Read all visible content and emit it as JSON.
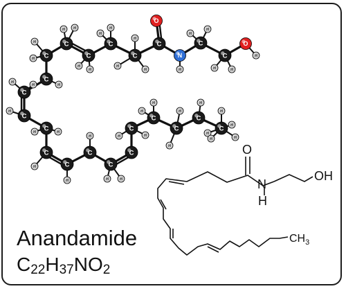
{
  "molecule": {
    "name": "Anandamide",
    "formula": {
      "c": "22",
      "h": "37",
      "n": "",
      "o": "2",
      "display": "C22H37NO2"
    }
  },
  "skeletal": {
    "o_label": "O",
    "nh_n": "N",
    "nh_h": "H",
    "oh_label": "OH",
    "ch3_label": "CH",
    "ch3_sub": "3"
  },
  "atom_labels": {
    "carbon": "C",
    "hydrogen": "H",
    "nitrogen": "N",
    "oxygen": "O"
  },
  "stock_id": "259368685",
  "colors": {
    "carbon": "#1a1a1a",
    "hydrogen": "#cfcfcf",
    "nitrogen": "#2f6fd6",
    "oxygen": "#e02020",
    "bond": "#111111",
    "frame": "#1c1c1c"
  }
}
